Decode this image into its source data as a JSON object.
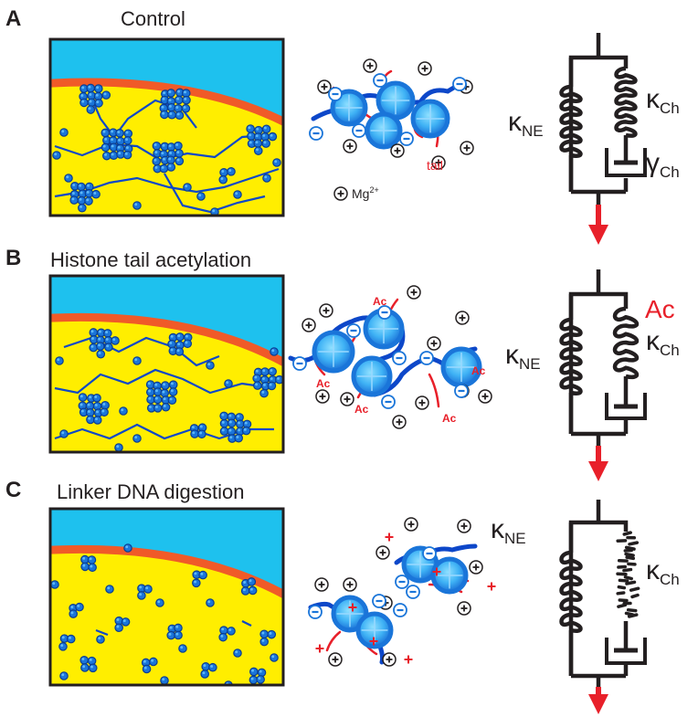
{
  "panels": [
    {
      "letter": "A",
      "title": "Control",
      "ion_label": "Mg",
      "ion_sup": "2+",
      "tail_label": "tail",
      "spring_ne": "κ",
      "spring_ne_sub": "NE",
      "spring_ch": "κ",
      "spring_ch_sub": "Ch",
      "dashpot": "γ",
      "dashpot_sub": "Ch"
    },
    {
      "letter": "B",
      "title": "Histone tail acetylation",
      "ac_label": "Ac",
      "spring_ne": "κ",
      "spring_ne_sub": "NE",
      "spring_ch": "κ",
      "spring_ch_sub": "Ch",
      "model_ac": "Ac"
    },
    {
      "letter": "C",
      "title": "Linker DNA digestion",
      "spring_ne": "κ",
      "spring_ne_sub": "NE",
      "spring_ch": "κ",
      "spring_ch_sub": "Ch"
    }
  ],
  "symbols": {
    "positive": "+",
    "negative": "−"
  },
  "colors": {
    "cytoplasm": "#1ec1ee",
    "nucleoplasm": "#ffee00",
    "envelope": "#f05a28",
    "nucleosome": "#1a75d9",
    "nucleosome_edge": "#0b3d91",
    "dna": "#0d47c9",
    "tail": "#e8202a",
    "force_arrow": "#e8202a",
    "ink": "#231f20"
  }
}
